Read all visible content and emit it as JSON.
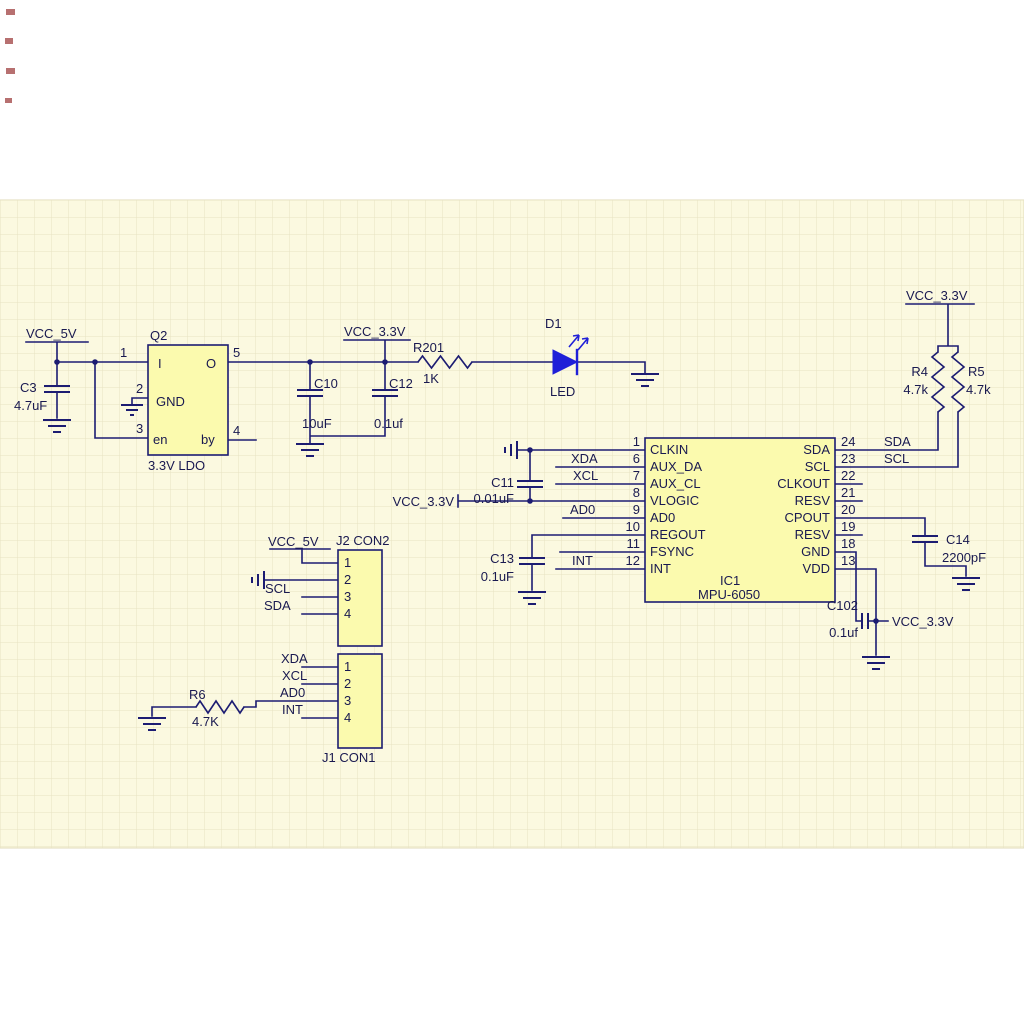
{
  "colors": {
    "paper": "#FBF9E0",
    "grid": "#E7E3C2",
    "wire": "#1C1C72",
    "text": "#191950",
    "fill": "#FBFAAE",
    "led": "#2020D8"
  },
  "power": {
    "vcc5_main": "VCC_5V",
    "vcc33_top": "VCC_3.3V",
    "vcc33_right": "VCC_3.3V",
    "vcc33_vlogic": "VCC_3.3V",
    "vcc33_vdd": "VCC_3.3V",
    "vcc5_j2": "VCC_5V"
  },
  "regulator": {
    "ref": "Q2",
    "subtitle": "3.3V LDO",
    "pin_in": "I",
    "pin_out": "O",
    "pin_gnd": "GND",
    "pin_en": "en",
    "pin_by": "by",
    "pins": {
      "p1": "1",
      "p2": "2",
      "p3": "3",
      "p4": "4",
      "p5": "5"
    }
  },
  "capacitors": {
    "c3": {
      "ref": "C3",
      "value": "4.7uF"
    },
    "c10": {
      "ref": "C10",
      "value": "10uF"
    },
    "c12": {
      "ref": "C12",
      "value": "0.1uf"
    },
    "c11": {
      "ref": "C11",
      "value": "0.01uF"
    },
    "c13": {
      "ref": "C13",
      "value": "0.1uF"
    },
    "c14": {
      "ref": "C14",
      "value": "2200pF"
    },
    "c102": {
      "ref": "C102",
      "value": "0.1uf"
    }
  },
  "resistors": {
    "r201": {
      "ref": "R201",
      "value": "1K"
    },
    "r4": {
      "ref": "R4",
      "value": "4.7k"
    },
    "r5": {
      "ref": "R5",
      "value": "4.7k"
    },
    "r6": {
      "ref": "R6",
      "value": "4.7K"
    }
  },
  "led": {
    "ref": "D1",
    "label": "LED"
  },
  "ic": {
    "ref": "IC1",
    "part": "MPU-6050",
    "left_pins": [
      {
        "num": "1",
        "name": "CLKIN"
      },
      {
        "num": "6",
        "name": "AUX_DA"
      },
      {
        "num": "7",
        "name": "AUX_CL"
      },
      {
        "num": "8",
        "name": "VLOGIC"
      },
      {
        "num": "9",
        "name": "AD0"
      },
      {
        "num": "10",
        "name": "REGOUT"
      },
      {
        "num": "11",
        "name": "FSYNC"
      },
      {
        "num": "12",
        "name": "INT"
      }
    ],
    "right_pins": [
      {
        "num": "24",
        "name": "SDA"
      },
      {
        "num": "23",
        "name": "SCL"
      },
      {
        "num": "22",
        "name": "CLKOUT"
      },
      {
        "num": "21",
        "name": "RESV"
      },
      {
        "num": "20",
        "name": "CPOUT"
      },
      {
        "num": "19",
        "name": "RESV"
      },
      {
        "num": "18",
        "name": "GND"
      },
      {
        "num": "13",
        "name": "VDD"
      }
    ]
  },
  "nets": {
    "xda": "XDA",
    "xcl": "XCL",
    "ad0": "AD0",
    "int": "INT",
    "sda": "SDA",
    "scl": "SCL",
    "j2_scl": "SCL",
    "j2_sda": "SDA",
    "j1_xda": "XDA",
    "j1_xcl": "XCL",
    "j1_ad0": "AD0",
    "j1_int": "INT"
  },
  "connectors": {
    "j2": {
      "title": "J2 CON2",
      "pins": [
        "1",
        "2",
        "3",
        "4"
      ]
    },
    "j1": {
      "title": "J1 CON1",
      "pins": [
        "1",
        "2",
        "3",
        "4"
      ]
    }
  }
}
